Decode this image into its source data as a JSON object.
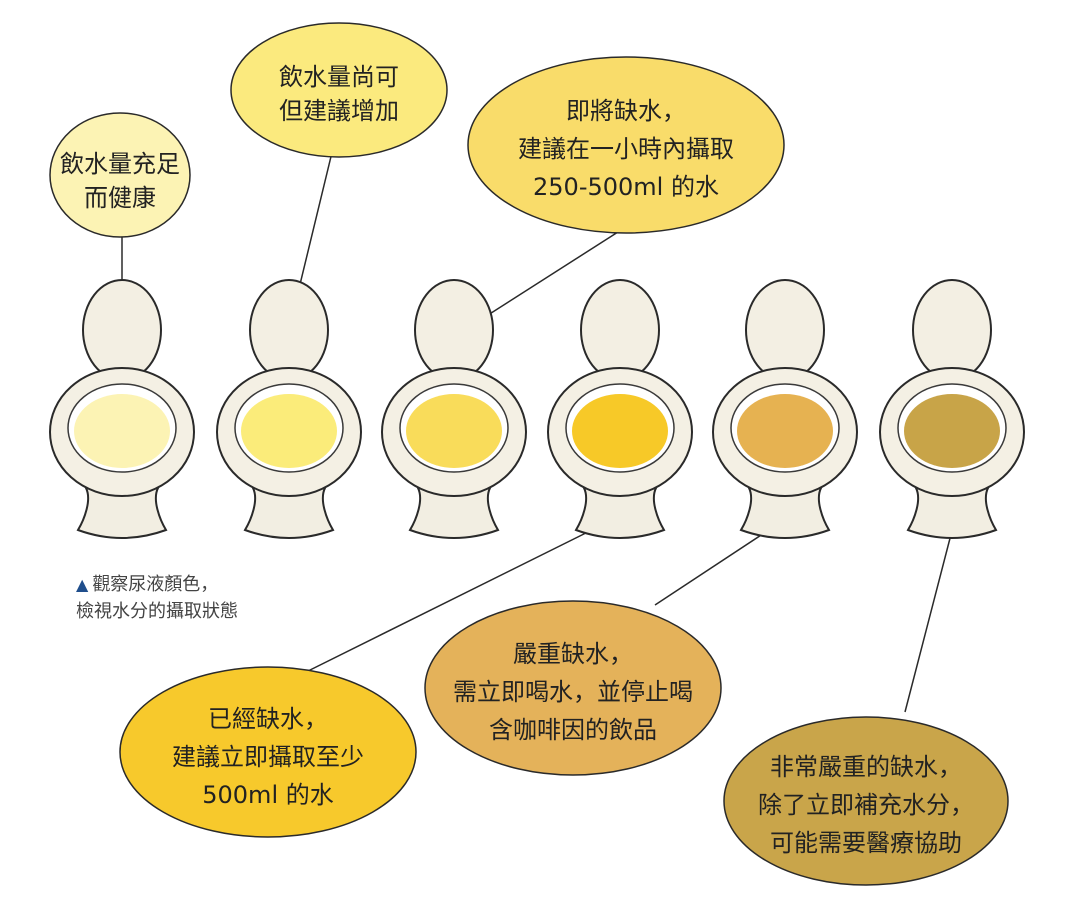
{
  "caption": {
    "marker": "▲",
    "line1": "觀察尿液顏色，",
    "line2": "檢視水分的攝取狀態"
  },
  "stages": [
    {
      "fill": "#fcf3b4",
      "bubble": "#fcf3b4",
      "lines": [
        "飲水量充足",
        "而健康"
      ]
    },
    {
      "fill": "#fbec7a",
      "bubble": "#fbea7e",
      "lines": [
        "飲水量尚可",
        "但建議增加"
      ]
    },
    {
      "fill": "#f9dc5a",
      "bubble": "#f9dc6a",
      "lines": [
        "即將缺水，",
        "建議在一小時內攝取",
        "250-500ml 的水"
      ]
    },
    {
      "fill": "#f7c928",
      "bubble": "#f7c92c",
      "lines": [
        "已經缺水，",
        "建議立即攝取至少",
        "500ml 的水"
      ]
    },
    {
      "fill": "#e6b251",
      "bubble": "#e4b25a",
      "lines": [
        "嚴重缺水，",
        "需立即喝水，並停止喝",
        "含咖啡因的飲品"
      ]
    },
    {
      "fill": "#c8a448",
      "bubble": "#c9a54a",
      "lines": [
        "非常嚴重的缺水，",
        "除了立即補充水分，",
        "可能需要醫療協助"
      ]
    }
  ]
}
